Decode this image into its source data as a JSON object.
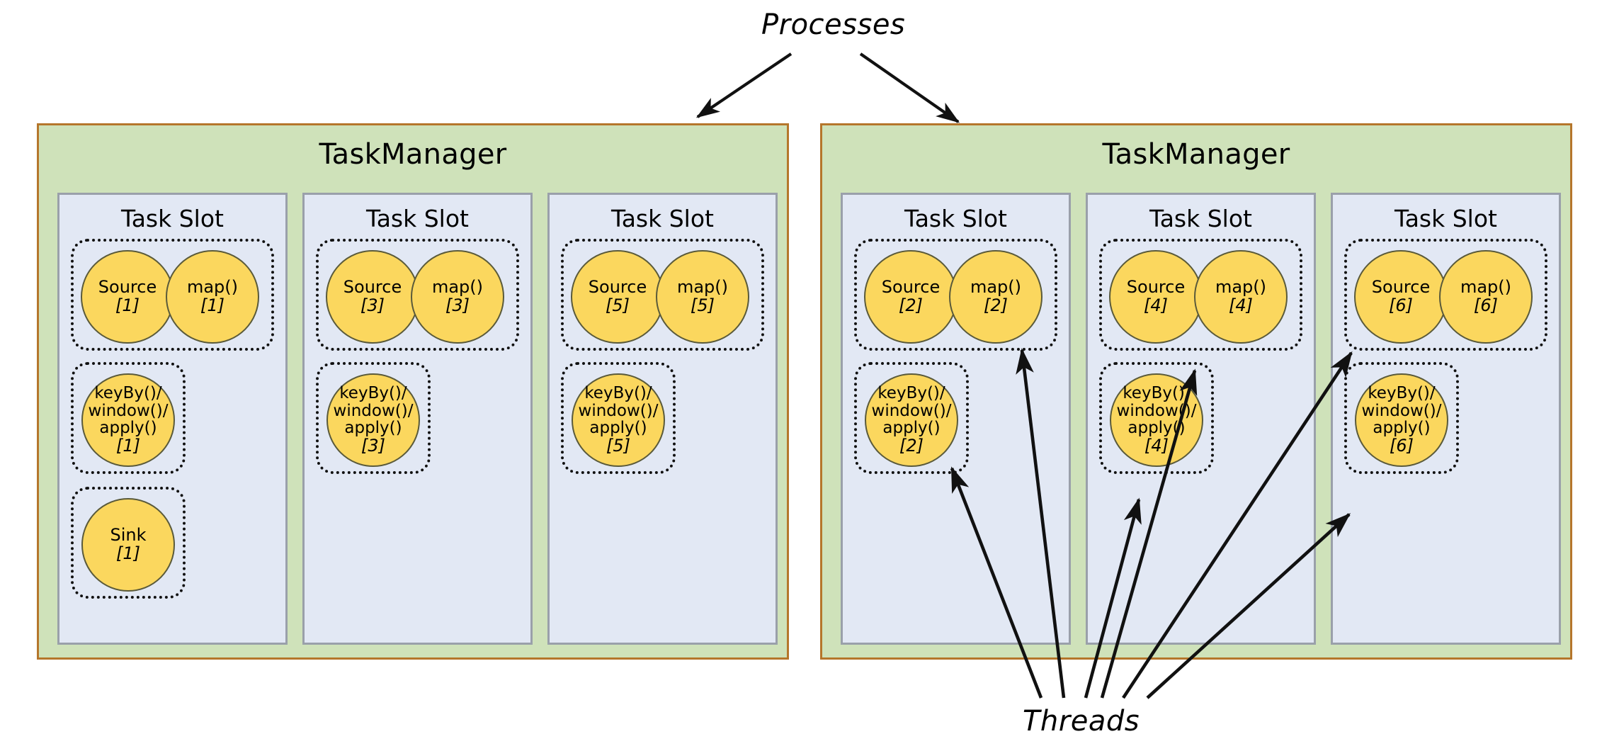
{
  "annotations": {
    "processes": "Processes",
    "threads": "Threads"
  },
  "colors": {
    "taskmanager_fill": "#CFE2BA",
    "taskmanager_border": "#B5762B",
    "taskslot_fill": "#E2E8F4",
    "taskslot_border": "#9AA0AA",
    "operator_fill": "#FBD75E",
    "operator_border": "#5A5A3A",
    "arrow": "#111111",
    "background": "#FFFFFF"
  },
  "labels": {
    "taskmanager": "TaskManager",
    "taskslot": "Task Slot",
    "source": "Source",
    "map": "map()",
    "keyby_line1": "keyBy()/",
    "keyby_line2": "window()/",
    "keyby_line3": "apply()",
    "sink": "Sink"
  },
  "taskmanagers": [
    {
      "name": "TaskManager",
      "slots": [
        {
          "name": "Task Slot",
          "groups": [
            {
              "type": "chained-source-map",
              "operators": [
                {
                  "label": "Source",
                  "index": "[1]"
                },
                {
                  "label": "map()",
                  "index": "[1]"
                }
              ]
            },
            {
              "type": "window",
              "operators": [
                {
                  "label": "keyBy()/ window()/ apply()",
                  "index": "[1]"
                }
              ]
            },
            {
              "type": "sink",
              "operators": [
                {
                  "label": "Sink",
                  "index": "[1]"
                }
              ]
            }
          ]
        },
        {
          "name": "Task Slot",
          "groups": [
            {
              "type": "chained-source-map",
              "operators": [
                {
                  "label": "Source",
                  "index": "[3]"
                },
                {
                  "label": "map()",
                  "index": "[3]"
                }
              ]
            },
            {
              "type": "window",
              "operators": [
                {
                  "label": "keyBy()/ window()/ apply()",
                  "index": "[3]"
                }
              ]
            }
          ]
        },
        {
          "name": "Task Slot",
          "groups": [
            {
              "type": "chained-source-map",
              "operators": [
                {
                  "label": "Source",
                  "index": "[5]"
                },
                {
                  "label": "map()",
                  "index": "[5]"
                }
              ]
            },
            {
              "type": "window",
              "operators": [
                {
                  "label": "keyBy()/ window()/ apply()",
                  "index": "[5]"
                }
              ]
            }
          ]
        }
      ]
    },
    {
      "name": "TaskManager",
      "slots": [
        {
          "name": "Task Slot",
          "groups": [
            {
              "type": "chained-source-map",
              "operators": [
                {
                  "label": "Source",
                  "index": "[2]"
                },
                {
                  "label": "map()",
                  "index": "[2]"
                }
              ]
            },
            {
              "type": "window",
              "operators": [
                {
                  "label": "keyBy()/ window()/ apply()",
                  "index": "[2]"
                }
              ]
            }
          ]
        },
        {
          "name": "Task Slot",
          "groups": [
            {
              "type": "chained-source-map",
              "operators": [
                {
                  "label": "Source",
                  "index": "[4]"
                },
                {
                  "label": "map()",
                  "index": "[4]"
                }
              ]
            },
            {
              "type": "window",
              "operators": [
                {
                  "label": "keyBy()/ window()/ apply()",
                  "index": "[4]"
                }
              ]
            }
          ]
        },
        {
          "name": "Task Slot",
          "groups": [
            {
              "type": "chained-source-map",
              "operators": [
                {
                  "label": "Source",
                  "index": "[6]"
                },
                {
                  "label": "map()",
                  "index": "[6]"
                }
              ]
            },
            {
              "type": "window",
              "operators": [
                {
                  "label": "keyBy()/ window()/ apply()",
                  "index": "[6]"
                }
              ]
            }
          ]
        }
      ]
    }
  ],
  "cells": {
    "tm1_slot1_src": {
      "name": "Source",
      "index": "[1]"
    },
    "tm1_slot1_map": {
      "name": "map()",
      "index": "[1]"
    },
    "tm1_slot1_win": {
      "index": "[1]"
    },
    "tm1_slot1_sink": {
      "name": "Sink",
      "index": "[1]"
    },
    "tm1_slot2_src": {
      "name": "Source",
      "index": "[3]"
    },
    "tm1_slot2_map": {
      "name": "map()",
      "index": "[3]"
    },
    "tm1_slot2_win": {
      "index": "[3]"
    },
    "tm1_slot3_src": {
      "name": "Source",
      "index": "[5]"
    },
    "tm1_slot3_map": {
      "name": "map()",
      "index": "[5]"
    },
    "tm1_slot3_win": {
      "index": "[5]"
    },
    "tm2_slot1_src": {
      "name": "Source",
      "index": "[2]"
    },
    "tm2_slot1_map": {
      "name": "map()",
      "index": "[2]"
    },
    "tm2_slot1_win": {
      "index": "[2]"
    },
    "tm2_slot2_src": {
      "name": "Source",
      "index": "[4]"
    },
    "tm2_slot2_map": {
      "name": "map()",
      "index": "[4]"
    },
    "tm2_slot2_win": {
      "index": "[4]"
    },
    "tm2_slot3_src": {
      "name": "Source",
      "index": "[6]"
    },
    "tm2_slot3_map": {
      "name": "map()",
      "index": "[6]"
    },
    "tm2_slot3_win": {
      "index": "[6]"
    }
  }
}
